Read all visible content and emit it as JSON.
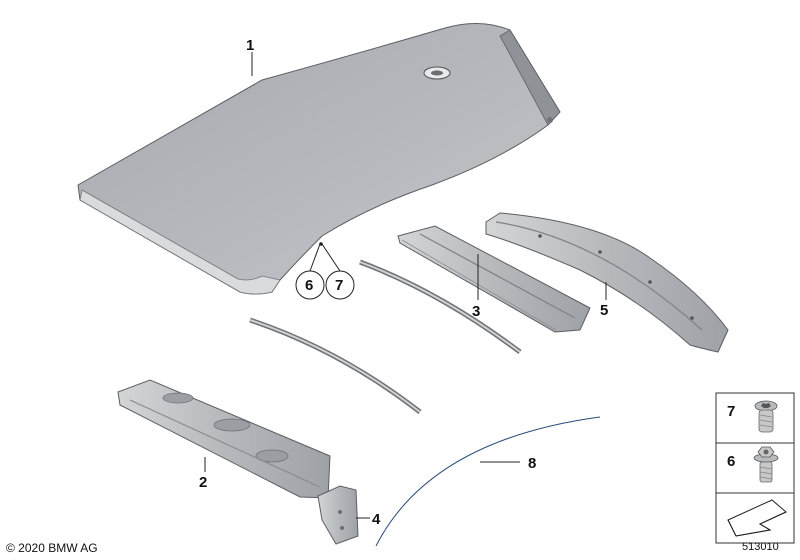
{
  "callouts": {
    "roof": "1",
    "front_frame": "2",
    "rear_frame": "3",
    "bracket": "4",
    "rear_bow": "5",
    "circle_left": "6",
    "circle_right": "7",
    "seal_line": "8"
  },
  "fastener_panel": {
    "screw_7_label": "7",
    "screw_6_label": "6"
  },
  "copyright": "© 2020 BMW AG",
  "diagram_id": "513010",
  "colors": {
    "part_fill": "#b9bcbf",
    "part_dark": "#8d9094",
    "line": "#222222"
  }
}
